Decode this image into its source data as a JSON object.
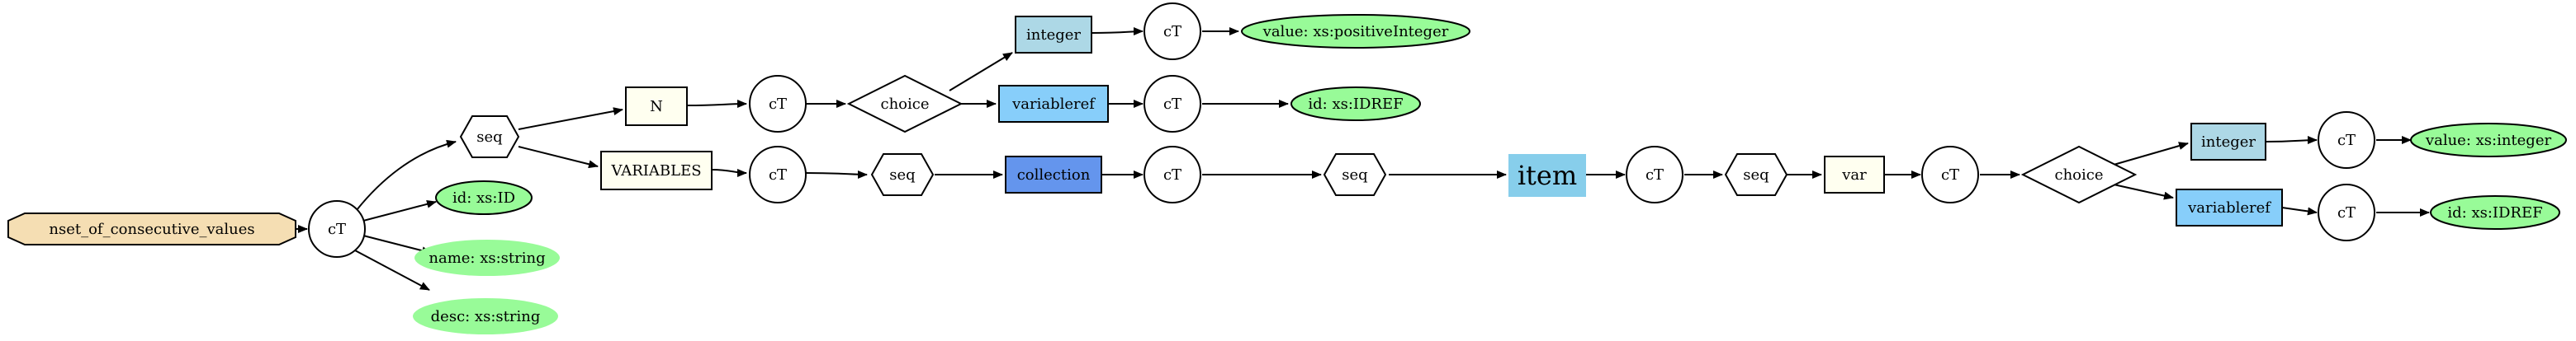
{
  "colors": {
    "root_fill": "#f5deb3",
    "element_fill": "#fffff0",
    "attribute_fill": "#98fb98",
    "integer_fill": "#add8e6",
    "variableref_fill": "#87cefa",
    "collection_fill": "#6495ed",
    "item_fill": "#87ceeb",
    "node_fill": "#ffffff"
  },
  "nodes": {
    "root": "nset_of_consecutive_values",
    "ct_root": "cT",
    "seq_top": "seq",
    "attr_id": "id: xs:ID",
    "attr_name": "name: xs:string",
    "attr_desc": "desc: xs:string",
    "el_n": "N",
    "el_variables": "VARIABLES",
    "ct_n": "cT",
    "ct_variables": "cT",
    "choice_n": "choice",
    "integer_n": "integer",
    "variableref_n": "variableref",
    "ct_integer_n": "cT",
    "ct_variableref_n": "cT",
    "val_positive": "value: xs:positiveInteger",
    "id_idref_n": "id: xs:IDREF",
    "seq_variables": "seq",
    "collection": "collection",
    "ct_collection": "cT",
    "seq_collection": "seq",
    "item": "item",
    "ct_item": "cT",
    "seq_item": "seq",
    "var": "var",
    "ct_var": "cT",
    "choice_var": "choice",
    "integer_var": "integer",
    "variableref_var": "variableref",
    "ct_integer_var": "cT",
    "ct_variableref_var": "cT",
    "val_integer": "value: xs:integer",
    "id_idref_var": "id: xs:IDREF"
  }
}
